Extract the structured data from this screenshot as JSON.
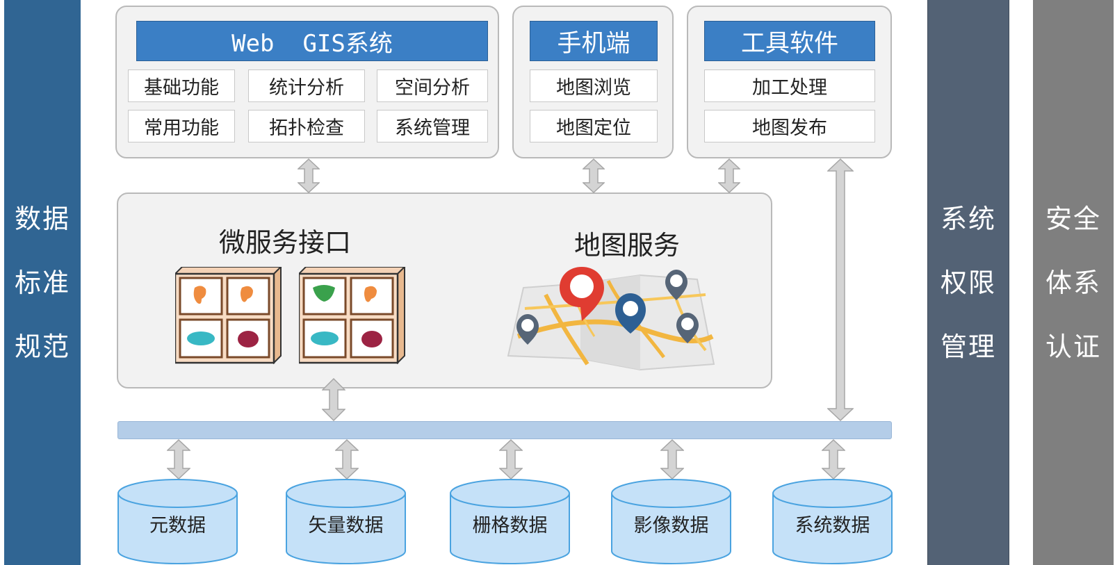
{
  "side_left": {
    "lines": [
      "数据",
      "标准",
      "规范"
    ]
  },
  "side_mid": {
    "lines": [
      "系统",
      "权限",
      "管理"
    ]
  },
  "side_right": {
    "lines": [
      "安全",
      "体系",
      "认证"
    ]
  },
  "webgis": {
    "title": "Web  GIS系统",
    "cells": [
      "基础功能",
      "统计分析",
      "空间分析",
      "常用功能",
      "拓扑检查",
      "系统管理"
    ]
  },
  "mobile": {
    "title": "手机端",
    "cells": [
      "地图浏览",
      "地图定位"
    ]
  },
  "tools": {
    "title": "工具软件",
    "cells": [
      "加工处理",
      "地图发布"
    ]
  },
  "middle": {
    "micro_title": "微服务接口",
    "map_title": "地图服务"
  },
  "databases": [
    "元数据",
    "矢量数据",
    "栅格数据",
    "影像数据",
    "系统数据"
  ],
  "colors": {
    "blue": "#306593",
    "title_blue": "#3b7fc5",
    "slate": "#536275",
    "gray": "#7f7f7f",
    "bus": "#b4cde8",
    "cylinder": "#c5e1f8"
  }
}
